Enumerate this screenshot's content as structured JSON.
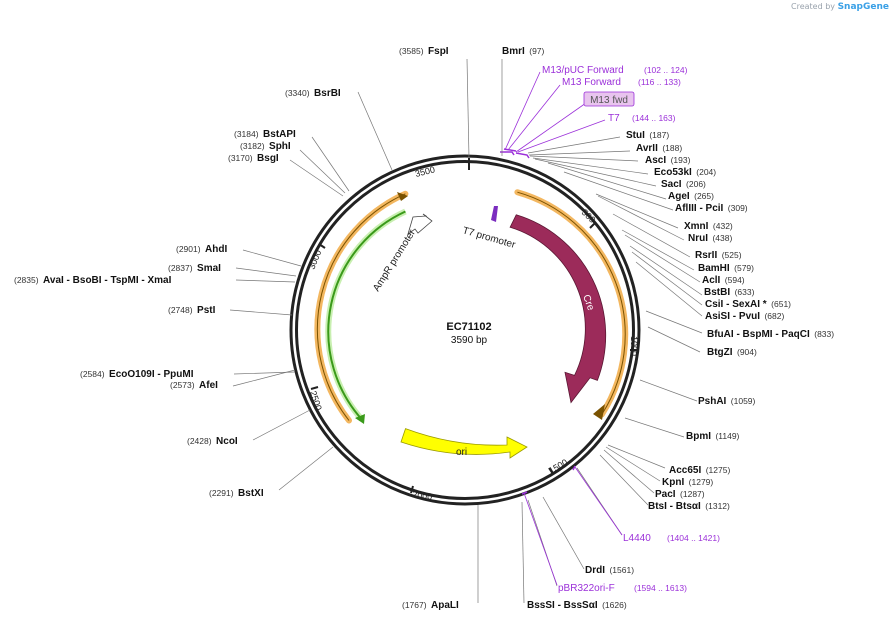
{
  "branding": {
    "created_by": "Created by",
    "product": "SnapGene"
  },
  "plasmid": {
    "name": "EC71102",
    "length_label": "3590 bp",
    "length": 3590
  },
  "ticks": [
    "500",
    "1000",
    "1500",
    "2000",
    "2500",
    "3000",
    "3500"
  ],
  "features": [
    {
      "label": "Cre",
      "color": "#9c2b5a"
    },
    {
      "label": "ori",
      "color": "#ffff00"
    },
    {
      "label": "AmpR promoter",
      "color": "#ffffff"
    },
    {
      "label": "T7 promoter",
      "color": "#7b2dbf"
    }
  ],
  "sites": [
    {
      "name": "FspI",
      "pos": "(3585)"
    },
    {
      "name": "BmrI",
      "pos": "(97)"
    },
    {
      "name": "BsrBI",
      "pos": "(3340)"
    },
    {
      "name": "BstAPI",
      "pos": "(3184)"
    },
    {
      "name": "SphI",
      "pos": "(3182)"
    },
    {
      "name": "BsgI",
      "pos": "(3170)"
    },
    {
      "name": "StuI",
      "pos": "(187)"
    },
    {
      "name": "AvrII",
      "pos": "(188)"
    },
    {
      "name": "AscI",
      "pos": "(193)"
    },
    {
      "name": "Eco53kI",
      "pos": "(204)"
    },
    {
      "name": "SacI",
      "pos": "(206)"
    },
    {
      "name": "AgeI",
      "pos": "(265)"
    },
    {
      "name": "AflIII - PciI",
      "pos": "(309)"
    },
    {
      "name": "XmnI",
      "pos": "(432)"
    },
    {
      "name": "NruI",
      "pos": "(438)"
    },
    {
      "name": "RsrII",
      "pos": "(525)"
    },
    {
      "name": "BamHI",
      "pos": "(579)"
    },
    {
      "name": "AclI",
      "pos": "(594)"
    },
    {
      "name": "BstBI",
      "pos": "(633)"
    },
    {
      "name": "CsiI - SexAI *",
      "pos": "(651)"
    },
    {
      "name": "AsiSI - PvuI",
      "pos": "(682)"
    },
    {
      "name": "BfuAI - BspMI - PaqCI",
      "pos": "(833)"
    },
    {
      "name": "BtgZI",
      "pos": "(904)"
    },
    {
      "name": "PshAI",
      "pos": "(1059)"
    },
    {
      "name": "BpmI",
      "pos": "(1149)"
    },
    {
      "name": "Acc65I",
      "pos": "(1275)"
    },
    {
      "name": "KpnI",
      "pos": "(1279)"
    },
    {
      "name": "PacI",
      "pos": "(1287)"
    },
    {
      "name": "BtsI - BtsαI",
      "pos": "(1312)"
    },
    {
      "name": "DrdI",
      "pos": "(1561)"
    },
    {
      "name": "BssSI - BssSαI",
      "pos": "(1626)"
    },
    {
      "name": "ApaLI",
      "pos": "(1767)"
    },
    {
      "name": "BstXI",
      "pos": "(2291)"
    },
    {
      "name": "NcoI",
      "pos": "(2428)"
    },
    {
      "name": "EcoO109I - PpuMI",
      "pos": "(2584)"
    },
    {
      "name": "AfeI",
      "pos": "(2573)"
    },
    {
      "name": "PstI",
      "pos": "(2748)"
    },
    {
      "name": "AvaI - BsoBI - TspMI - XmaI",
      "pos": "(2835)"
    },
    {
      "name": "SmaI",
      "pos": "(2837)"
    },
    {
      "name": "AhdI",
      "pos": "(2901)"
    }
  ],
  "primers": [
    {
      "name": "M13/pUC Forward",
      "range": "(102 .. 124)"
    },
    {
      "name": "M13 Forward",
      "range": "(116 .. 133)"
    },
    {
      "name": "T7",
      "range": "(144 .. 163)"
    },
    {
      "name": "L4440",
      "range": "(1404 .. 1421)"
    },
    {
      "name": "pBR322ori-F",
      "range": "(1594 .. 1613)"
    }
  ],
  "primer_box": {
    "label": "M13 fwd"
  },
  "colors": {
    "backbone": "#222222",
    "primer": "#9b30d9",
    "orf_highlight": "#f3b760",
    "amp_green": "#3a9a1a",
    "label_gray": "#555555"
  }
}
